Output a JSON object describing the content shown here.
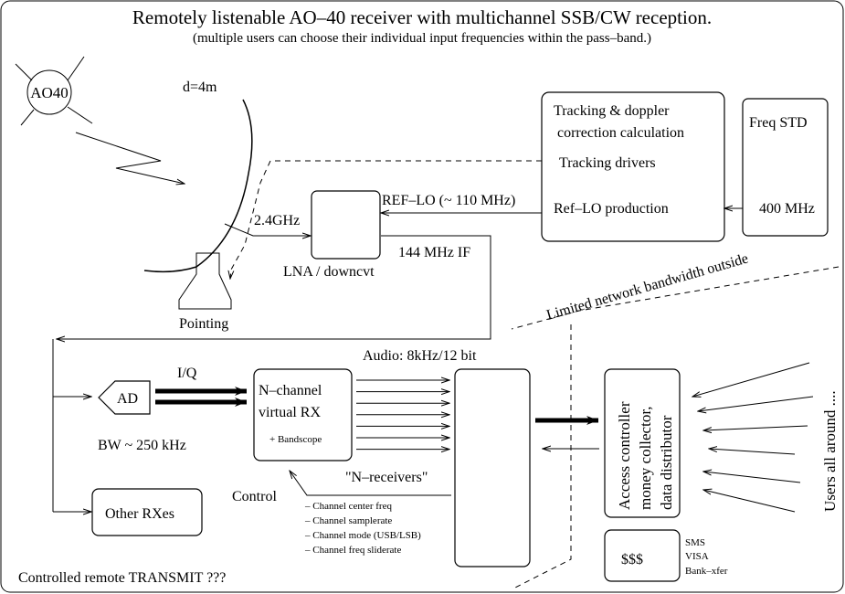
{
  "title": "Remotely listenable AO–40 receiver with multichannel SSB/CW reception.",
  "subtitle": "(multiple users can choose their individual input frequencies within the pass–band.)",
  "satellite": {
    "label": "AO40"
  },
  "dish": {
    "label": "d=4m"
  },
  "pointing": {
    "label": "Pointing"
  },
  "lna": {
    "label": "LNA / downcvt",
    "input_label": "2.4GHz",
    "output_label": "144 MHz IF",
    "ref_label": "REF–LO (~ 110 MHz)"
  },
  "tracking_box": {
    "lines": [
      "Tracking & doppler",
      "correction calculation",
      "Tracking drivers",
      "Ref–LO production"
    ]
  },
  "freq_std": {
    "label": "Freq STD",
    "value": "400 MHz"
  },
  "network_boundary": {
    "label": "Limited network bandwidth outside"
  },
  "ad": {
    "label": "AD",
    "iq_label": "I/Q",
    "bw_label": "BW ~ 250 kHz"
  },
  "virtual_rx": {
    "line1": "N–channel",
    "line2": "virtual RX",
    "extra": "+ Bandscope"
  },
  "audio": {
    "label": "Audio: 8kHz/12 bit",
    "receivers_label": "\"N–receivers\""
  },
  "control": {
    "label": "Control",
    "items": [
      "– Channel center freq",
      "– Channel samplerate",
      "– Channel mode (USB/LSB)",
      "– Channel freq sliderate"
    ]
  },
  "other_rx": {
    "label": "Other RXes"
  },
  "access": {
    "lines": [
      "Access controller",
      "money collector,",
      "data distributor"
    ]
  },
  "users": {
    "label": "Users all around ...."
  },
  "payment": {
    "label": "$$$",
    "methods": [
      "SMS",
      "VISA",
      "Bank–xfer"
    ]
  },
  "transmit": {
    "label": "Controlled remote TRANSMIT ???"
  }
}
